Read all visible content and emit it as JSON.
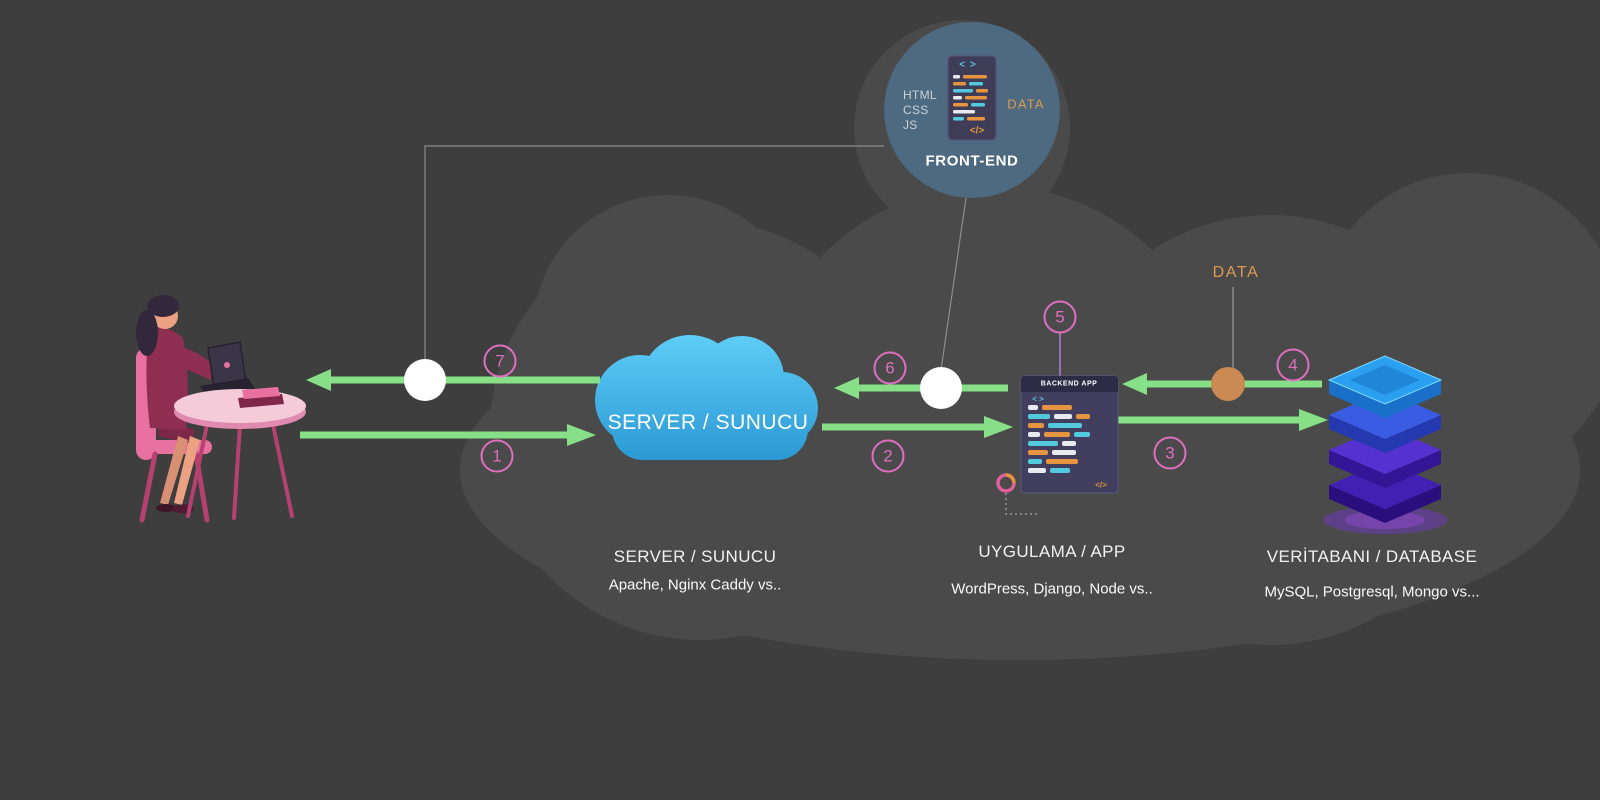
{
  "frontend": {
    "title": "FRONT-END",
    "tech_line1": "HTML",
    "tech_line2": "CSS",
    "tech_line3": "JS",
    "data_label": "DATA",
    "code_open": "< >",
    "code_close": "</>"
  },
  "server": {
    "cloud_label": "SERVER / SUNUCU",
    "caption_title": "SERVER / SUNUCU",
    "caption_subtitle": "Apache, Nginx Caddy vs.."
  },
  "app": {
    "window_title": "BACKEND APP",
    "code_open": "< >",
    "code_close": "</>",
    "caption_title": "UYGULAMA / APP",
    "caption_subtitle": "WordPress, Django, Node vs.."
  },
  "database": {
    "data_label": "DATA",
    "caption_title": "VERİTABANI / DATABASE",
    "caption_subtitle": "MySQL, Postgresql, Mongo vs..."
  },
  "steps": {
    "step1": "1",
    "step2": "2",
    "step3": "3",
    "step4": "4",
    "step5": "5",
    "step6": "6",
    "step7": "7"
  },
  "colors": {
    "background": "#3e3e3e",
    "cloud_shape": "#4a4a4a",
    "arrow_green": "#87e087",
    "step_pink": "#df6fc0",
    "data_orange": "#dd9b4f",
    "frontend_circle": "#4d6a80",
    "server_cloud_top": "#5ecdf7",
    "server_cloud_bottom": "#2896d2",
    "app_window": "#413e5e"
  }
}
